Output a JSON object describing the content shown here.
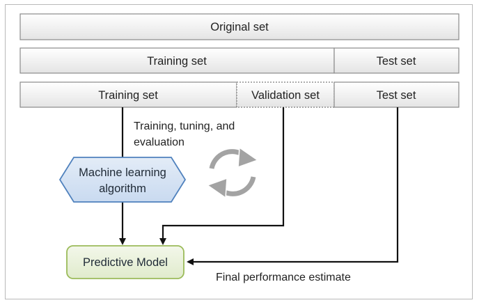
{
  "rows": {
    "original": {
      "label": "Original set"
    },
    "split1": {
      "training_label": "Training set",
      "test_label": "Test set"
    },
    "split2": {
      "training_label": "Training set",
      "validation_label": "Validation set",
      "test_label": "Test set"
    }
  },
  "note": {
    "line1": "Training, tuning, and",
    "line2": "evaluation"
  },
  "algorithm": {
    "line1": "Machine learning",
    "line2": "algorithm"
  },
  "model": {
    "label": "Predictive Model"
  },
  "final_label": "Final performance estimate",
  "colors": {
    "bar_fill_top": "#ffffff",
    "bar_fill_bottom": "#e6e6e6",
    "hexagon_fill": "#d5e3f3",
    "hexagon_stroke": "#4f81bd",
    "model_fill": "#eaf1dd",
    "model_stroke": "#9bbb59",
    "cycle_arrow": "#9e9e9e",
    "connector": "#111111"
  },
  "icons": {
    "cycle": "refresh-cycle-icon"
  }
}
